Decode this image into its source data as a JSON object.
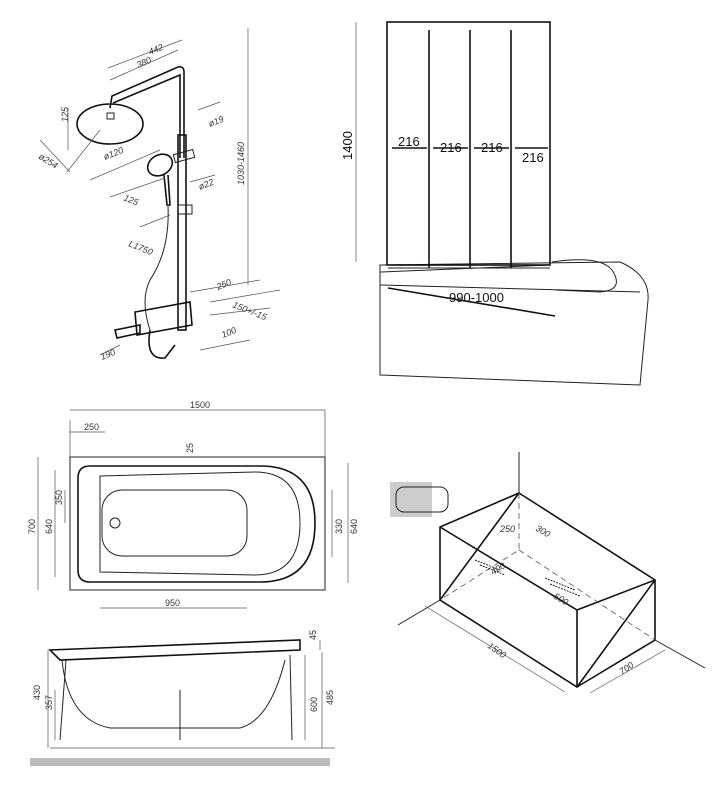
{
  "shower_system": {
    "dims": {
      "arm_total": "442",
      "arm_inner": "380",
      "head_height": "125",
      "head_diameter": "ø254",
      "hand_diameter": "ø120",
      "rail_diameter": "ø19",
      "bar_diameter": "ø22",
      "hand_offset": "125",
      "hose_length": "L1750",
      "height_range": "1030-1460",
      "depth": "250",
      "center_distance": "150+/-15",
      "mixer_depth": "100",
      "spout": "190"
    }
  },
  "bath_screen": {
    "height": "1400",
    "panels": [
      "216",
      "216",
      "216",
      "216"
    ],
    "width": "990-1000"
  },
  "bath_plan": {
    "length": "1500",
    "offset": "250",
    "slope": "25",
    "width": "700",
    "inner_width": "640",
    "drain_offset": "350",
    "right_330": "330",
    "right_640": "640",
    "bottom_length": "950"
  },
  "bath_side": {
    "rim": "45",
    "height": "430",
    "inner_height": "357",
    "leg_height": "600",
    "total": "485"
  },
  "iso_support": {
    "d250": "250",
    "d300": "300",
    "d400": "400",
    "d500": "500",
    "length": "1500",
    "width": "700"
  }
}
